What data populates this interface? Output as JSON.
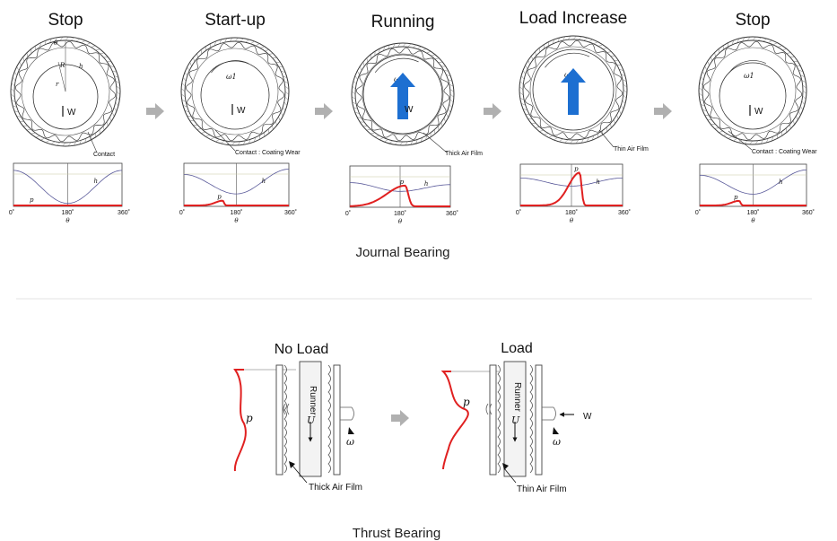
{
  "journal": {
    "section_label": "Journal Bearing",
    "stages": [
      {
        "title": "Stop",
        "callout": "Contact",
        "omega": "",
        "has_arrow": false,
        "h_label": "h",
        "p_label": "p",
        "load_label": "W",
        "geo": {
          "theta": "θ",
          "R": "R",
          "r": "r"
        }
      },
      {
        "title": "Start-up",
        "callout": "Contact : Coating Wear",
        "omega": "ω1",
        "has_arrow": false,
        "h_label": "h",
        "p_label": "p",
        "load_label": "W"
      },
      {
        "title": "Running",
        "callout": "Thick Air Film",
        "omega": "ω2",
        "has_arrow": true,
        "h_label": "h",
        "p_label": "p",
        "load_label": "W"
      },
      {
        "title": "Load  Increase",
        "callout": "Thin Air Film",
        "omega": "ω2",
        "has_arrow": true,
        "h_label": "h",
        "p_label": "p",
        "load_label": ""
      },
      {
        "title": "Stop",
        "callout": "Contact : Coating Wear",
        "omega": "ω1",
        "has_arrow": false,
        "h_label": "h",
        "p_label": "p",
        "load_label": "W"
      }
    ],
    "plot_ticks": [
      "0˚",
      "180˚",
      "360˚"
    ],
    "plot_axis": "θ"
  },
  "thrust": {
    "section_label": "Thrust Bearing",
    "panels": [
      {
        "title": "No Load",
        "film_label": "Thick Air Film",
        "runner": "Runner",
        "U": "U",
        "p_label": "p",
        "omega": "ω",
        "W": ""
      },
      {
        "title": "Load",
        "film_label": "Thin Air Film",
        "runner": "Runner",
        "U": "U",
        "p_label": "p",
        "omega": "ω",
        "W": "W"
      }
    ]
  },
  "colors": {
    "pressure": "#e02020",
    "load_arrow": "#1d6fd1",
    "flow_arrow": "#b0b0b0",
    "gap_line": "#a0a0a0"
  }
}
